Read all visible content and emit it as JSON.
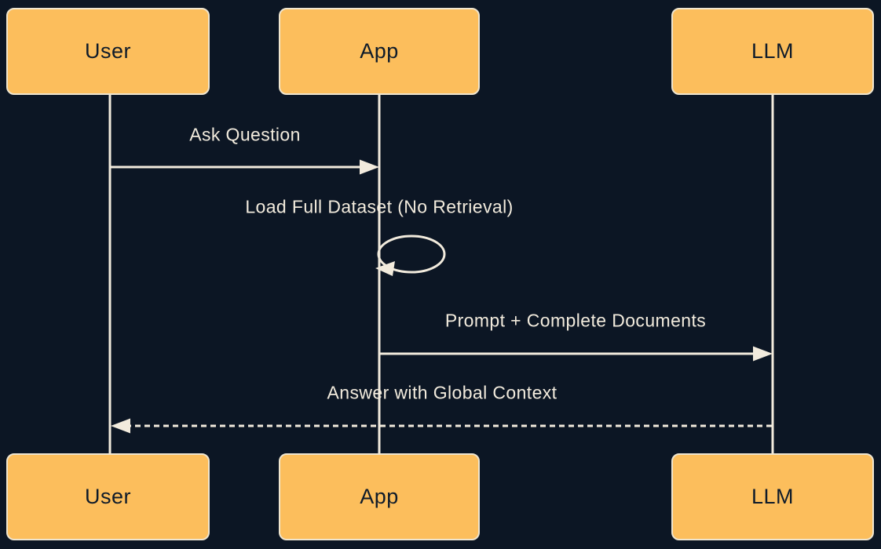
{
  "diagram": {
    "type": "sequence-diagram",
    "actors": [
      {
        "id": "user",
        "label": "User"
      },
      {
        "id": "app",
        "label": "App"
      },
      {
        "id": "llm",
        "label": "LLM"
      }
    ],
    "messages": [
      {
        "from": "User",
        "to": "App",
        "label": "Ask Question",
        "line_style": "solid"
      },
      {
        "from": "App",
        "to": "App",
        "label": "Load Full Dataset (No Retrieval)",
        "line_style": "self-loop"
      },
      {
        "from": "App",
        "to": "LLM",
        "label": "Prompt + Complete Documents",
        "line_style": "solid"
      },
      {
        "from": "LLM",
        "to": "User",
        "label": "Answer with Global Context",
        "line_style": "dashed"
      }
    ]
  },
  "colors": {
    "background": "#0c1624",
    "actor_fill": "#fcbe5c",
    "actor_border": "#efe5cf",
    "actor_text": "#0e1b2a",
    "line": "#f2ebdd",
    "message_text": "#f2ebdd"
  }
}
